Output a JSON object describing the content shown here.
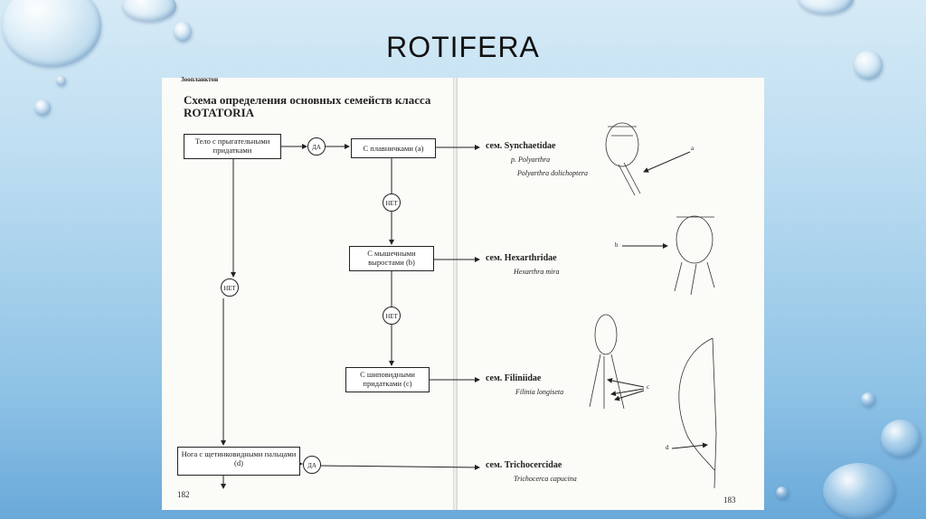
{
  "slide": {
    "title": "ROTIFERA"
  },
  "book": {
    "left_page": {
      "running_header": "Зоопланктон",
      "heading_line1": "Схема определения основных семейств класса",
      "heading_line2": "ROTATORIA",
      "page_number": "182",
      "boxes": [
        "Тело с прыгательными придатками",
        "С плавничками (a)",
        "С мышечными выростами (b)",
        "С шиповидными придатками (c)",
        "Нога с щетинковидными пальцами (d)"
      ],
      "yes_label": "ДА",
      "no_label": "НЕТ"
    },
    "right_page": {
      "page_number": "183",
      "families": [
        {
          "name": "сем. Synchaetidae",
          "genus": "р. Polyarthra",
          "species": "Polyarthra dolichoptera"
        },
        {
          "name": "сем. Hexarthridae",
          "species": "Hexarthra mira"
        },
        {
          "name": "сем. Filiniidae",
          "species": "Filinia longiseta"
        },
        {
          "name": "сем. Trichocercidae",
          "species": "Trichocerca capucina"
        }
      ],
      "figure_labels": [
        "a",
        "b",
        "c",
        "d"
      ]
    }
  }
}
